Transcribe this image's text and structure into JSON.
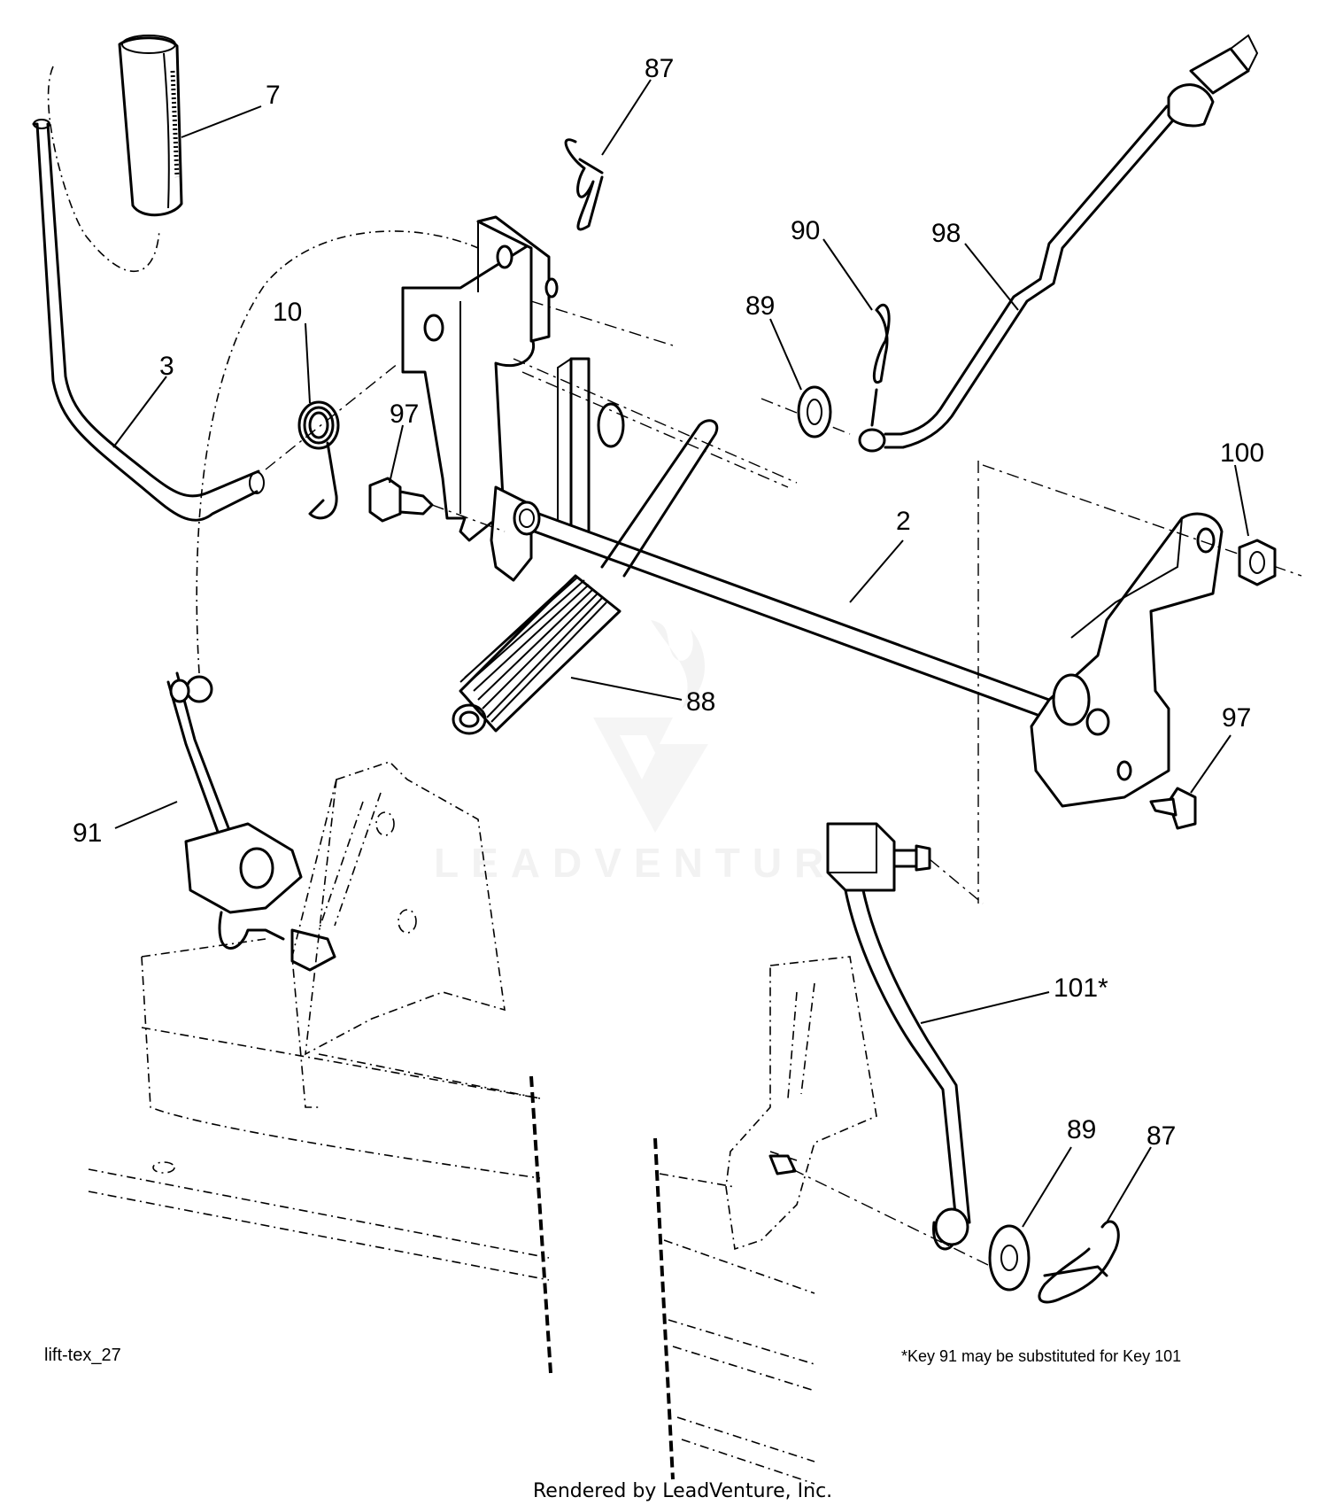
{
  "diagram": {
    "figure_id": "lift-tex_27",
    "footnote": "*Key 91 may be substituted for Key 101",
    "credit": "Rendered by LeadVenture, Inc.",
    "watermark": "LEADVENTURE",
    "callouts": {
      "c7": "7",
      "c87_top": "87",
      "c90": "90",
      "c98": "98",
      "c89_top": "89",
      "c10": "10",
      "c3": "3",
      "c97_left": "97",
      "c100": "100",
      "c2": "2",
      "c97_right": "97",
      "c88": "88",
      "c91": "91",
      "c101": "101*",
      "c89_bottom": "89",
      "c87_bottom": "87"
    }
  }
}
